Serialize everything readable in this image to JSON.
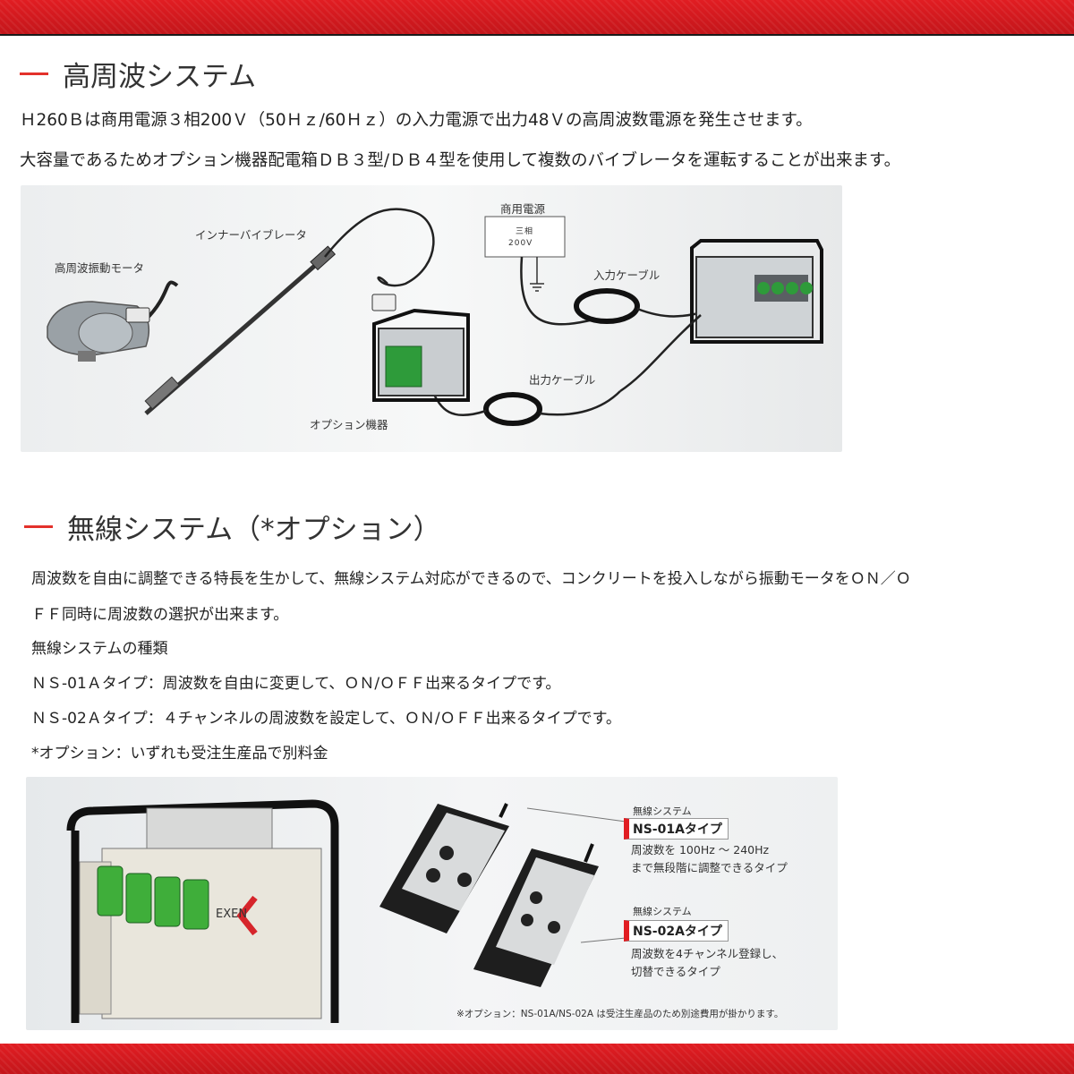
{
  "section1": {
    "title": "高周波システム",
    "line1": "Ｈ260Ｂは商用電源３相200Ｖ（50Ｈｚ/60Ｈｚ）の入力電源で出力48Ｖの高周波数電源を発生させます。",
    "line2": "大容量であるためオプション機器配電箱ＤＢ３型/ＤＢ４型を使用して複数のバイブレータを運転することが出来ます。"
  },
  "diagram1": {
    "motor_label": "高周波振動モータ",
    "inner_label": "インナーバイブレータ",
    "power_label": "商用電源",
    "power_box_line1": "三相",
    "power_box_line2": "200V",
    "input_cable_label": "入力ケーブル",
    "output_cable_label": "出力ケーブル",
    "option_label": "オプション機器"
  },
  "section2": {
    "title": "無線システム（*オプション）",
    "line1": "周波数を自由に調整できる特長を生かして、無線システム対応ができるので、コンクリートを投入しながら振動モータをＯＮ／Ｏ",
    "line2": "ＦＦ同時に周波数の選択が出来ます。",
    "line3": "無線システムの種類",
    "line4": "ＮＳ-01Ａタイプ：周波数を自由に変更して、ＯＮ/ＯＦＦ出来るタイプです。",
    "line5": "ＮＳ-02Ａタイプ：４チャンネルの周波数を設定して、ＯＮ/ＯＦＦ出来るタイプです。",
    "line6": "*オプション：いずれも受注生産品で別料金"
  },
  "photo2": {
    "brand": "EXEN",
    "sys1_label": "無線システム",
    "sys1_type": "NS-01Aタイプ",
    "sys1_desc": "周波数を 100Hz ～ 240Hz\nまで無段階に調整できるタイプ",
    "sys2_label": "無線システム",
    "sys2_type": "NS-02Aタイプ",
    "sys2_desc": "周波数を4チャンネル登録し、\n切替できるタイプ",
    "footnote": "※オプション：NS-01A/NS-02A は受注生産品のため別途費用が掛かります。"
  },
  "colors": {
    "accent": "#e11d22",
    "text": "#222222"
  }
}
